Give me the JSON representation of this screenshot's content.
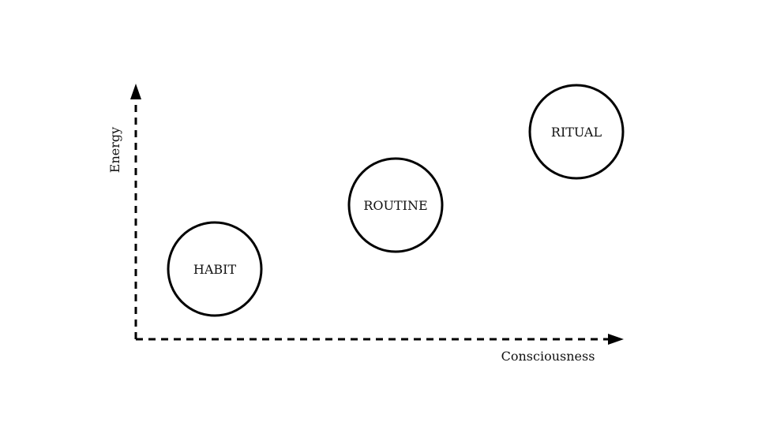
{
  "axes": {
    "x_label": "Consciousness",
    "y_label": "Energy"
  },
  "nodes": [
    {
      "id": "habit",
      "label": "HABIT"
    },
    {
      "id": "routine",
      "label": "ROUTINE"
    },
    {
      "id": "ritual",
      "label": "RITUAL"
    }
  ],
  "colors": {
    "stroke": "#000000",
    "background": "#ffffff",
    "text": "#111111"
  }
}
